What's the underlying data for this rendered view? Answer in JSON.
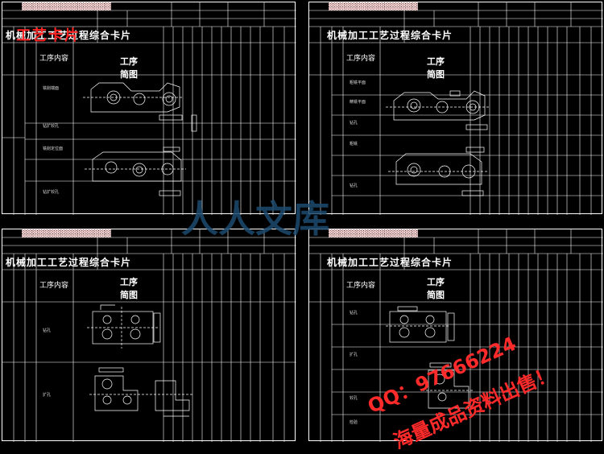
{
  "overlay_red_text": "工艺卡片",
  "sheets": [
    {
      "title": "机械加工工艺过程综合卡片",
      "proc_content_label": "工序内容",
      "sketch_label": "工序简图",
      "steps": [
        "铣削端面",
        "",
        "钻扩铰孔",
        "",
        "铣削定位面",
        "",
        "钻扩铰孔"
      ]
    },
    {
      "title": "机械加工工艺过程综合卡片",
      "proc_content_label": "工序内容",
      "sketch_label": "工序简图",
      "steps": [
        "粗铣平面",
        "精铣平面",
        "钻孔",
        "",
        "粗铣",
        "",
        "钻孔"
      ]
    },
    {
      "title": "机械加工工艺过程综合卡片",
      "proc_content_label": "工序内容",
      "sketch_label": "工序简图",
      "steps": [
        "",
        "钻孔",
        "",
        "",
        "扩孔",
        ""
      ]
    },
    {
      "title": "机械加工工艺过程综合卡片",
      "proc_content_label": "工序内容",
      "sketch_label": "工序简图",
      "steps": [
        "钻孔",
        "",
        "扩孔",
        "",
        "铰孔",
        "",
        "检验"
      ]
    }
  ],
  "watermark_text": "人人文库",
  "promo_line1": "QQ：97666224",
  "promo_line2": "海量成品资料出售！"
}
